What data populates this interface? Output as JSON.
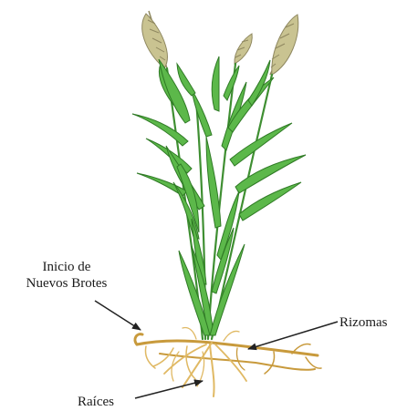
{
  "labels": {
    "inicio_line1": "Inicio de",
    "inicio_line2": "Nuevos Brotes",
    "rizomas": "Rizomas",
    "raices": "Raíces"
  },
  "colors": {
    "leaf_fill": "#5cb84a",
    "leaf_stroke": "#2f7a25",
    "stem": "#3f8f32",
    "spike_fill": "#c9c391",
    "spike_stroke": "#8f8860",
    "root": "#c89a3c",
    "root_light": "#e0b964",
    "arrow": "#222222"
  }
}
